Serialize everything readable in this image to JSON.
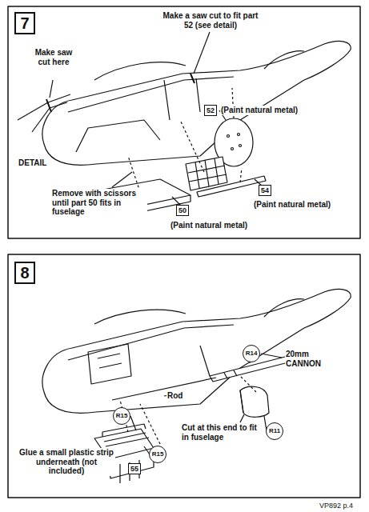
{
  "diagram": {
    "nodes": [
      {
        "text": [
          "7"
        ]
      },
      {
        "text": [
          "52"
        ]
      },
      {
        "text": [
          "54"
        ]
      },
      {
        "text": [
          "50"
        ]
      },
      {
        "text": [
          "8"
        ]
      },
      {
        "text": [
          "R14"
        ]
      },
      {
        "text": [
          "R15"
        ]
      },
      {
        "text": [
          "R11"
        ]
      },
      {
        "text": [
          "R15"
        ]
      },
      {
        "text": [
          "55"
        ]
      }
    ],
    "labels": [
      "Make a saw cut to fit part 52 (see detail)",
      "Make saw cut here",
      "DETAIL",
      "Remove with scissors until part 50 fits in fuselage",
      "(Paint natural metal)",
      "(Paint natural metal)",
      "(Paint natural metal)",
      "20mm CANNON",
      "Rod",
      "Cut at this end to fit in fuselage",
      "Glue a small plastic strip underneath (not included)",
      "VP892 p.4"
    ]
  }
}
